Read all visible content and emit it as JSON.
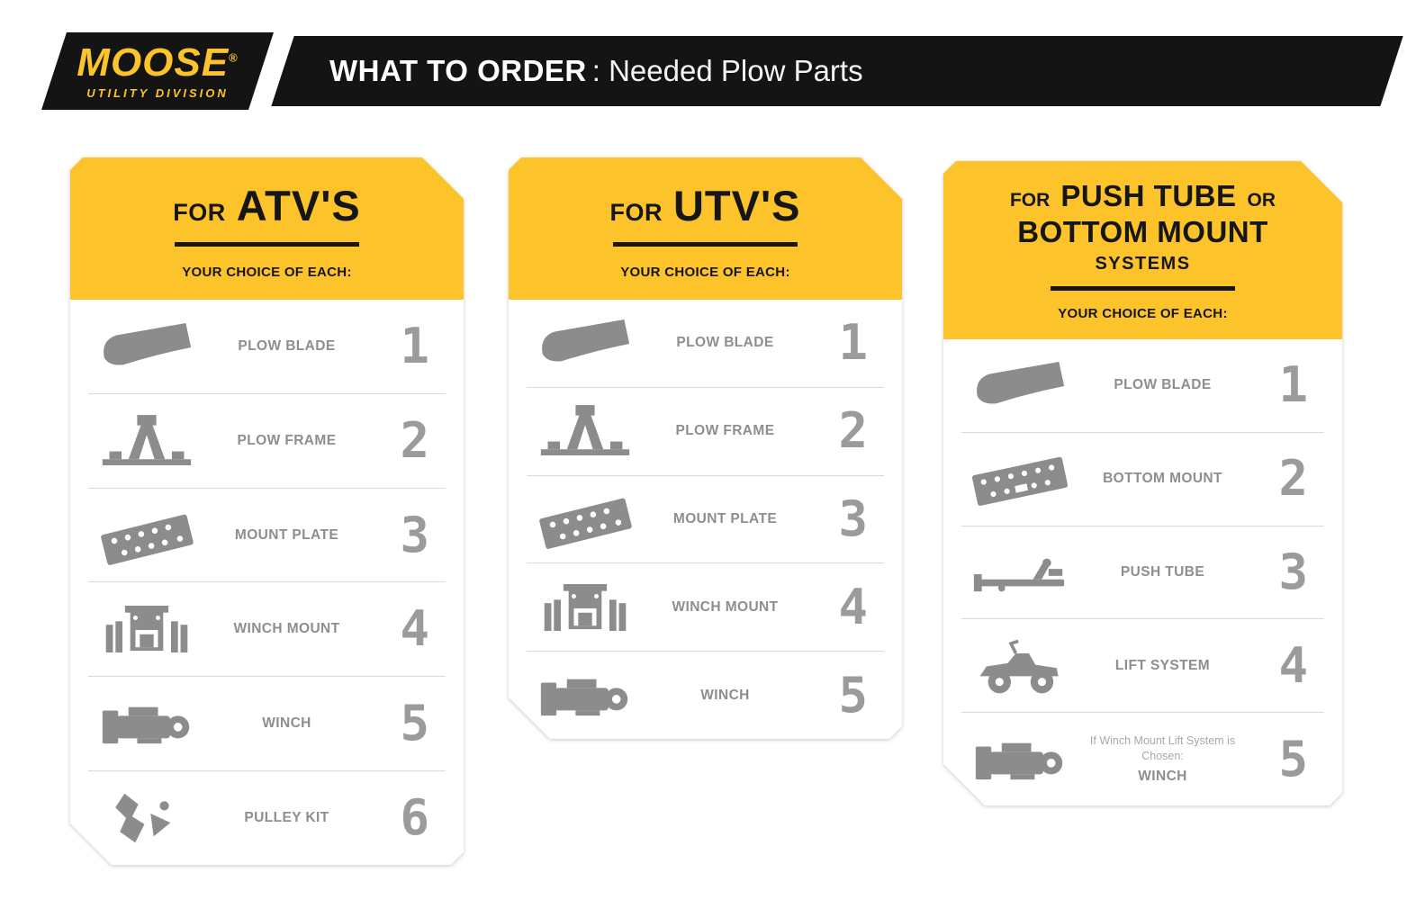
{
  "header": {
    "logo": {
      "brand": "MOOSE",
      "registered": "®",
      "division": "UTILITY DIVISION"
    },
    "banner": {
      "title_bold": "WHAT TO ORDER",
      "title_rest": ": Needed Plow Parts"
    }
  },
  "colors": {
    "yellow": "#FCC32A",
    "black": "#141414",
    "icon_gray": "#8C8C8C",
    "number_gray": "#9B9B9B"
  },
  "cards": [
    {
      "title_prefix": "FOR",
      "title_main": "ATV'S",
      "subtitle": "YOUR CHOICE OF EACH:",
      "rows": [
        {
          "icon": "plow-blade-icon",
          "label": "PLOW BLADE",
          "number": "1"
        },
        {
          "icon": "plow-frame-icon",
          "label": "PLOW FRAME",
          "number": "2"
        },
        {
          "icon": "mount-plate-icon",
          "label": "MOUNT PLATE",
          "number": "3"
        },
        {
          "icon": "winch-mount-icon",
          "label": "WINCH MOUNT",
          "number": "4"
        },
        {
          "icon": "winch-icon",
          "label": "WINCH",
          "number": "5"
        },
        {
          "icon": "pulley-kit-icon",
          "label": "PULLEY KIT",
          "number": "6"
        }
      ]
    },
    {
      "title_prefix": "FOR",
      "title_main": "UTV'S",
      "subtitle": "YOUR CHOICE OF EACH:",
      "rows": [
        {
          "icon": "plow-blade-icon",
          "label": "PLOW BLADE",
          "number": "1"
        },
        {
          "icon": "plow-frame-icon",
          "label": "PLOW FRAME",
          "number": "2"
        },
        {
          "icon": "mount-plate-icon",
          "label": "MOUNT PLATE",
          "number": "3"
        },
        {
          "icon": "winch-mount-icon",
          "label": "WINCH MOUNT",
          "number": "4"
        },
        {
          "icon": "winch-icon",
          "label": "WINCH",
          "number": "5"
        }
      ]
    },
    {
      "title_line1_prefix": "FOR",
      "title_line1_main": "PUSH TUBE",
      "title_line1_suffix": "OR",
      "title_line2": "BOTTOM MOUNT",
      "title_line3": "SYSTEMS",
      "subtitle": "YOUR CHOICE OF EACH:",
      "rows": [
        {
          "icon": "plow-blade-icon",
          "label": "PLOW BLADE",
          "number": "1"
        },
        {
          "icon": "bottom-mount-icon",
          "label": "BOTTOM MOUNT",
          "number": "2"
        },
        {
          "icon": "push-tube-icon",
          "label": "PUSH TUBE",
          "number": "3"
        },
        {
          "icon": "lift-system-icon",
          "label": "LIFT SYSTEM",
          "number": "4"
        },
        {
          "icon": "winch-icon",
          "note": "If Winch Mount Lift System is Chosen:",
          "label": "WINCH",
          "number": "5"
        }
      ]
    }
  ]
}
